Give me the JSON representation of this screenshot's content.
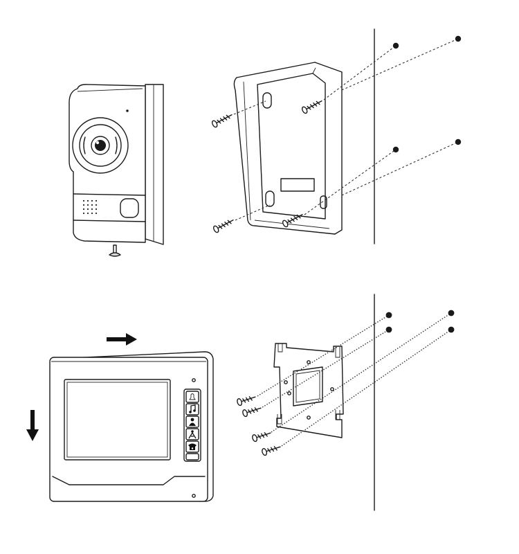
{
  "diagram": {
    "panels": [
      {
        "id": "door-station-installation"
      },
      {
        "id": "indoor-monitor-installation"
      }
    ],
    "icons": {
      "door_station": "outdoor-camera-unit",
      "rain_cover": "rain-hood-bracket",
      "screw": "screw-icon",
      "anchor": "wall-anchor-dot",
      "monitor": "indoor-monitor",
      "wall_plate": "mounting-plate",
      "arrow_right": "arrow-right-icon",
      "arrow_down": "arrow-down-icon",
      "monitor_buttons": [
        "bell-icon",
        "music-note-icon",
        "person-icon",
        "intercom-icon",
        "phone-icon"
      ]
    },
    "colors": {
      "line": "#1a1a1a",
      "background": "#ffffff"
    }
  }
}
